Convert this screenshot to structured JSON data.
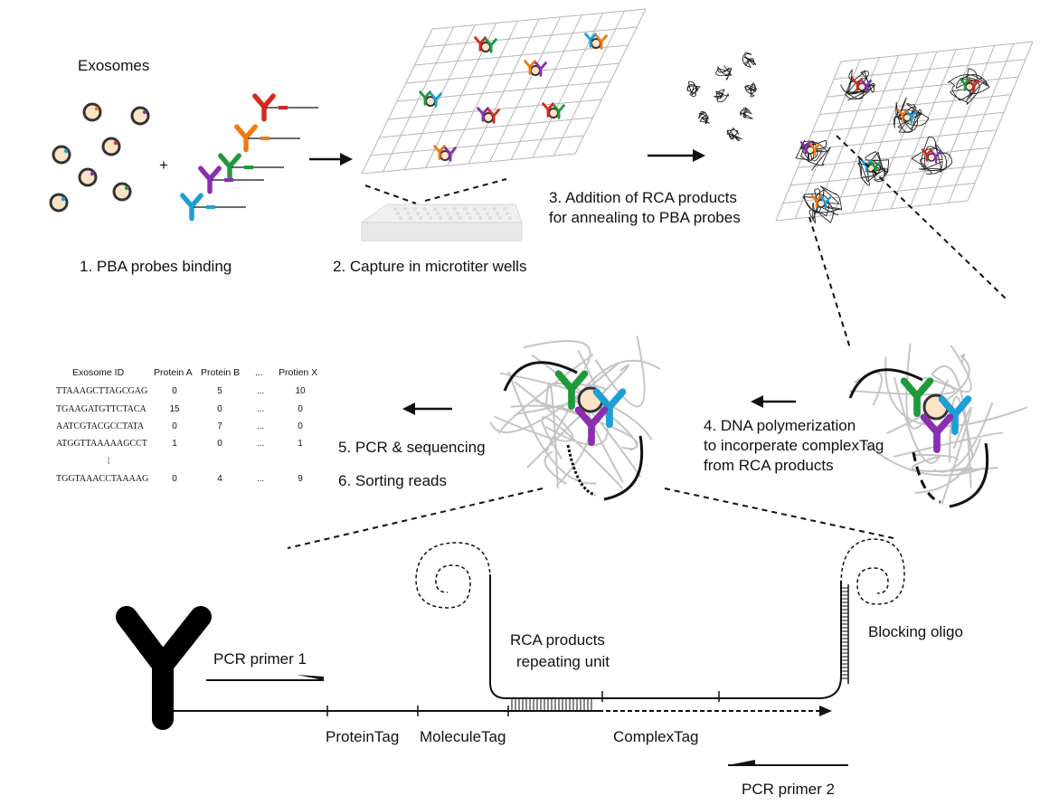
{
  "labels": {
    "exosomes": "Exosomes",
    "plus": "+",
    "step1": "1. PBA probes binding",
    "step2": "2. Capture in microtiter wells",
    "step3_line1": "3. Addition of RCA products",
    "step3_line2": "for annealing to PBA probes",
    "step4_line1": "4. DNA polymerization",
    "step4_line2": "to incorperate complexTag",
    "step4_line3": "from RCA products",
    "step5": "5. PCR & sequencing",
    "step6": "6. Sorting reads"
  },
  "table": {
    "headers": [
      "Exosome ID",
      "Protein A",
      "Protein B",
      "...",
      "Protien X"
    ],
    "rows": [
      [
        "TTAAAGCTTAGCGAG",
        "0",
        "5",
        "...",
        "10"
      ],
      [
        "TGAAGATGTTCTACA",
        "15",
        "0",
        "...",
        "0"
      ],
      [
        "AATCGTACGCCTATA",
        "0",
        "7",
        "...",
        "0"
      ],
      [
        "ATGGTTAAAAAGCCT",
        "1",
        "0",
        "...",
        "1"
      ],
      [
        "TGGTAAACCTAAAAG",
        "0",
        "4",
        "...",
        "9"
      ]
    ],
    "ellipsis": "⁞"
  },
  "construct": {
    "pcr_primer_1": "PCR primer 1",
    "pcr_primer_2": "PCR primer 2",
    "rca_line1": "RCA products",
    "rca_line2": "repeating unit",
    "blocking_oligo": "Blocking oligo",
    "protein_tag": "ProteinTag",
    "molecule_tag": "MoleculeTag",
    "complex_tag": "ComplexTag"
  },
  "colors": {
    "antibody": [
      "#d42a1e",
      "#ef7a12",
      "#1e9a3a",
      "#8a2fb0",
      "#1d9fd6"
    ],
    "text": "#111111",
    "grid": "#b5b5b5"
  }
}
